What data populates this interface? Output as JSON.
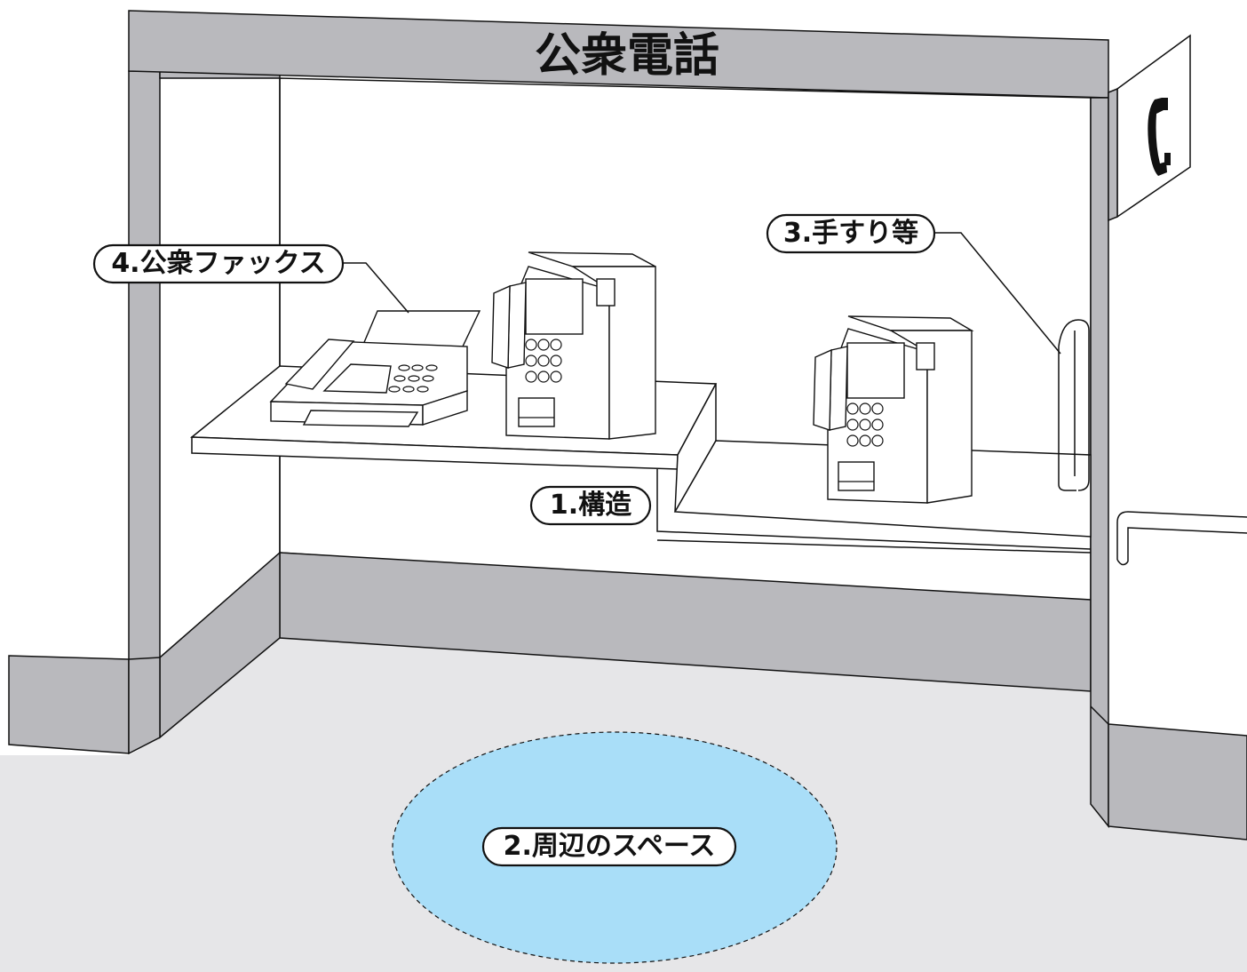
{
  "sign": {
    "title": "公衆電話"
  },
  "labels": {
    "structure": "1.構造",
    "surrounding_space": "2.周辺のスペース",
    "handrail": "3.手すり等",
    "public_fax": "4.公衆ファックス"
  },
  "icons": {
    "phone_sign": "telephone-icon"
  },
  "colors": {
    "frame": "#b9b9bd",
    "floor": "#e6e6e8",
    "space_highlight": "#a9def8",
    "line": "#111111",
    "background": "#ffffff"
  }
}
